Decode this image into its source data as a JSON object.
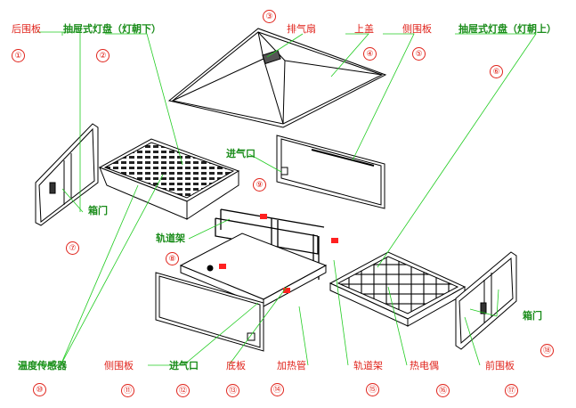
{
  "colors": {
    "label_red": "#e0241c",
    "label_green": "#1a8c1a",
    "leader": "#22cc22",
    "line": "#000000",
    "marker": "#ff2020"
  },
  "labels": {
    "back_panel": "后围板",
    "drawer_down": "抽屉式灯盘（灯朝下）",
    "exhaust_fan": "排气扇",
    "top_cover": "上盖",
    "side_panel_top": "侧围板",
    "drawer_up": "抽屉式灯盘（灯朝上）",
    "intake_upper": "进气口",
    "box_door_left": "箱门",
    "rail_frame_left": "轨道架",
    "box_door_right": "箱门",
    "temp_sensor": "温度传感器",
    "side_panel_bottom": "侧围板",
    "intake_lower": "进气口",
    "base_plate": "底板",
    "heating_tube": "加热管",
    "rail_frame_bottom": "轨道架",
    "thermocouple": "热电偶",
    "front_panel": "前围板"
  },
  "numbers": {
    "n1": "①",
    "n2": "②",
    "n3": "③",
    "n4": "④",
    "n5": "⑤",
    "n6": "⑥",
    "n7": "⑦",
    "n8": "⑧",
    "n9": "⑨",
    "n10": "⑩",
    "n11": "⑪",
    "n12": "⑫",
    "n13": "⑬",
    "n14": "⑭",
    "n15": "⑮",
    "n16": "⑯",
    "n17": "⑰",
    "n18": "⑱"
  }
}
